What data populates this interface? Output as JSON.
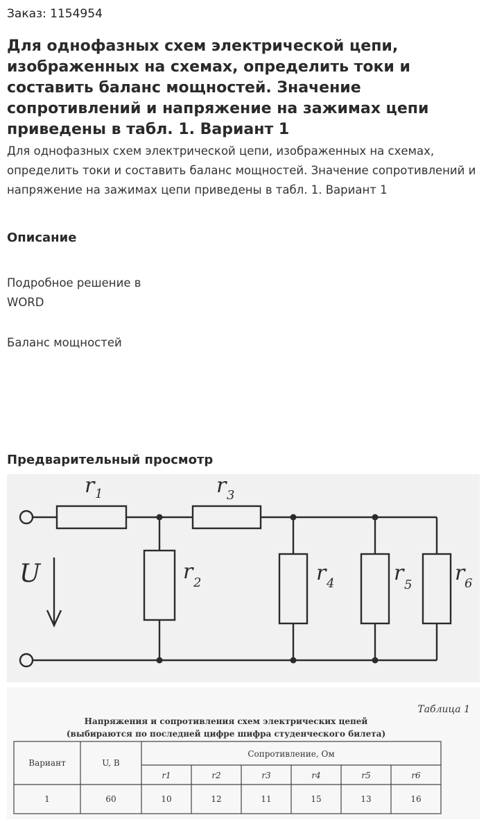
{
  "header": {
    "order": "Заказ: 1154954",
    "title": "Для однофазных схем электрической цепи, изображенных на схемах, определить токи и составить баланс мощностей. Значение сопротивлений и напряжение на зажимах цепи приведены в табл. 1. Вариант 1"
  },
  "body": {
    "description": "Для однофазных схем электрической цепи, изображенных на схемах, определить токи и составить баланс мощностей. Значение сопротивлений и напряжение на зажимах цепи приведены в табл. 1. Вариант 1"
  },
  "description_section": {
    "heading": "Описание",
    "line1": "Подробное решение в",
    "line2": "WORD",
    "line3": "Баланс мощностей"
  },
  "preview": {
    "heading": "Предварительный просмотр",
    "circuit": {
      "r1": "r",
      "r1_sub": "1",
      "r2": "r",
      "r2_sub": "2",
      "r3": "r",
      "r3_sub": "3",
      "r4": "r",
      "r4_sub": "4",
      "r5": "r",
      "r5_sub": "5",
      "r6": "r",
      "r6_sub": "6",
      "voltage": "U"
    },
    "table": {
      "label": "Таблица 1",
      "caption1": "Напряжения и сопротивления схем электрических цепей",
      "caption2": "(выбираются по последней цифре шифра студенческого билета)",
      "col_variant": "Вариант",
      "col_voltage": "U, В",
      "col_resistance": "Сопротивление, Ом",
      "sub_headers": [
        "r1",
        "r2",
        "r3",
        "r4",
        "r5",
        "r6"
      ],
      "row": {
        "variant": "1",
        "voltage": "60",
        "values": [
          "10",
          "12",
          "11",
          "15",
          "13",
          "16"
        ]
      }
    }
  }
}
